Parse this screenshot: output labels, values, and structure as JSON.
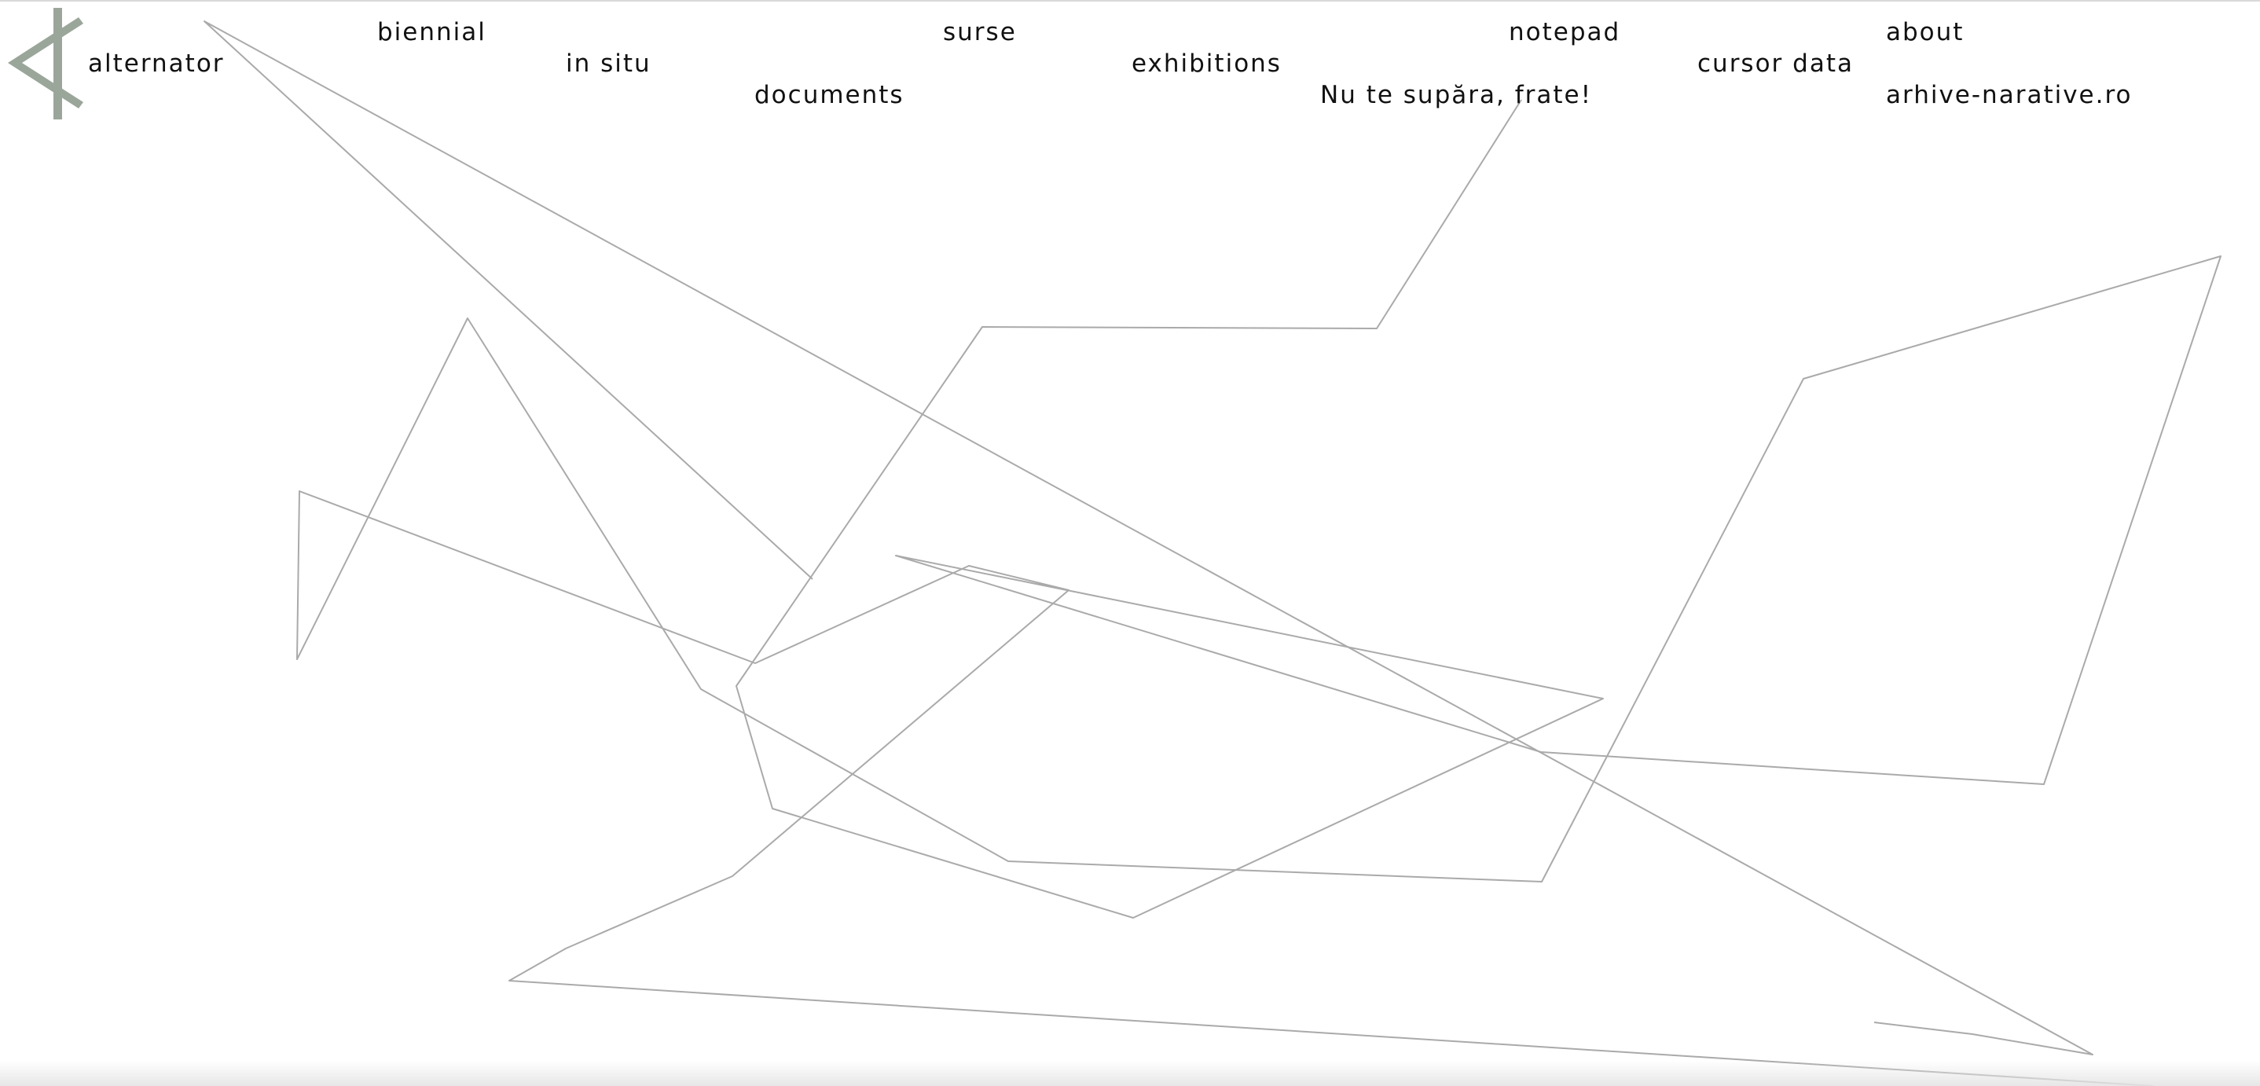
{
  "nav": {
    "brand": "alternator",
    "biennial": "biennial",
    "in_situ": "in situ",
    "documents": "documents",
    "surse": "surse",
    "exhibitions": "exhibitions",
    "nu_te_supara": "Nu te supăra, frate!",
    "notepad": "notepad",
    "cursor_data": "cursor data",
    "about": "about",
    "arhive_narative": "arhive-narative.ro"
  },
  "colors": {
    "logo": "#9aa69a",
    "text": "#111111",
    "trail": "#aaaaaa",
    "background": "#ffffff"
  },
  "icons": {
    "logo": "alternator-logo-icon"
  }
}
